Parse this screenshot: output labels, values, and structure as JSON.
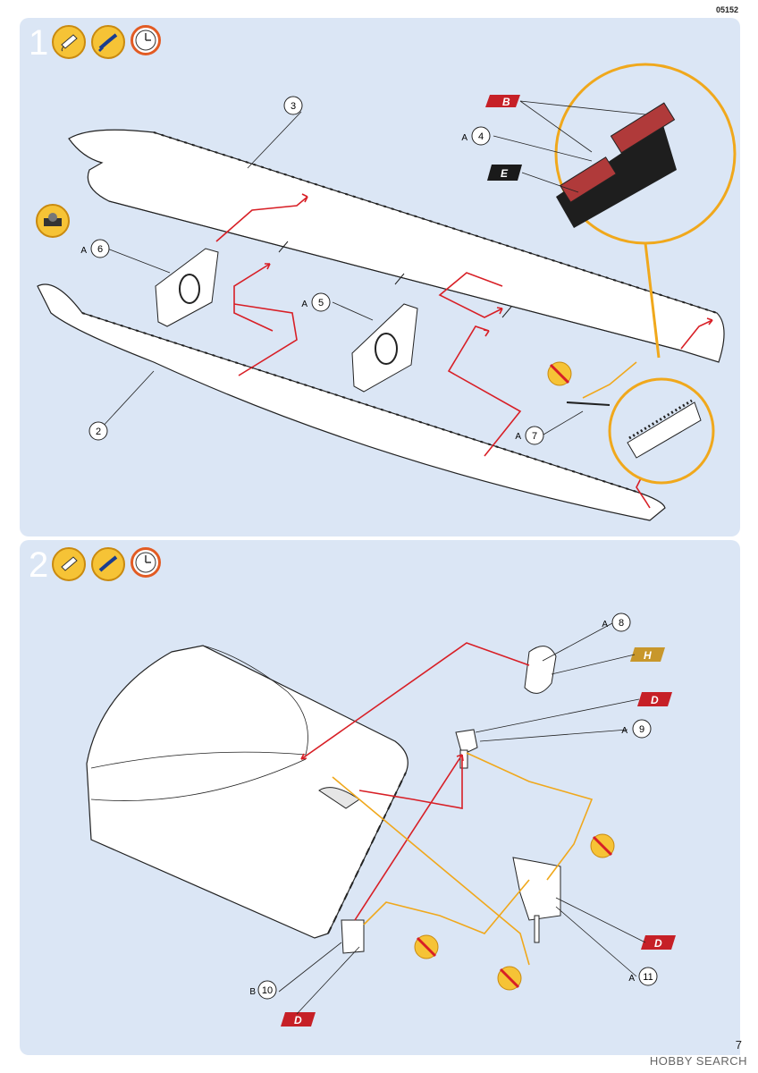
{
  "header": {
    "code": "05152"
  },
  "steps": [
    {
      "number": "1",
      "icons": [
        "glue-icon",
        "paint-brush-icon",
        "clock-icon"
      ],
      "parts": [
        {
          "id": "3",
          "sprue": ""
        },
        {
          "id": "4",
          "sprue": "A"
        },
        {
          "id": "5",
          "sprue": "A"
        },
        {
          "id": "6",
          "sprue": "A"
        },
        {
          "id": "2",
          "sprue": ""
        },
        {
          "id": "7",
          "sprue": "A"
        }
      ],
      "color_tags": [
        "B",
        "E"
      ]
    },
    {
      "number": "2",
      "icons": [
        "glue-icon",
        "paint-brush-icon",
        "clock-icon"
      ],
      "parts": [
        {
          "id": "8",
          "sprue": "A"
        },
        {
          "id": "9",
          "sprue": "A"
        },
        {
          "id": "10",
          "sprue": "B"
        },
        {
          "id": "11",
          "sprue": "A"
        }
      ],
      "color_tags": [
        "H",
        "D",
        "D",
        "D"
      ]
    }
  ],
  "footer": {
    "page": "7",
    "watermark": "HOBBY SEARCH"
  },
  "colors": {
    "panel": "#dbe6f5",
    "arrow_red": "#d81f26",
    "arrow_yellow": "#f0a81c",
    "tag_red": "#c62027",
    "tag_black": "#1a1a1a",
    "tag_gold": "#c8972b"
  }
}
